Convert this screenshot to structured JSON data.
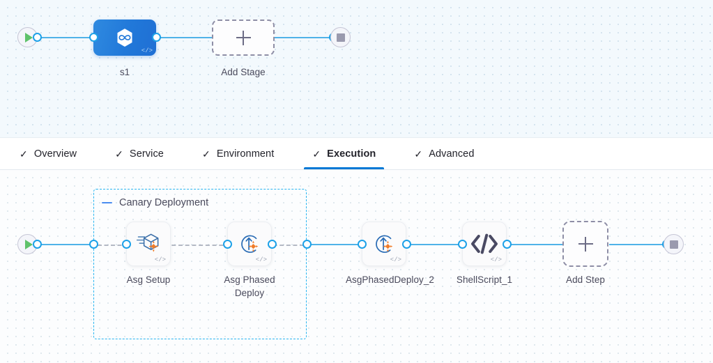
{
  "stage_canvas": {
    "start_node": {
      "name": "start",
      "icon": "play-icon"
    },
    "end_node": {
      "name": "end",
      "icon": "stop-icon"
    },
    "stage": {
      "label": "s1",
      "icon": "harness-hexagon-infinity-icon",
      "code_glyph": "</>",
      "color": "#2178d9"
    },
    "add_stage": {
      "label": "Add Stage",
      "icon": "plus-icon"
    }
  },
  "tabs": {
    "items": [
      {
        "label": "Overview",
        "check": "✓",
        "active": false
      },
      {
        "label": "Service",
        "check": "✓",
        "active": false
      },
      {
        "label": "Environment",
        "check": "✓",
        "active": false
      },
      {
        "label": "Execution",
        "check": "✓",
        "active": true
      },
      {
        "label": "Advanced",
        "check": "✓",
        "active": false
      }
    ],
    "active_underline_color": "#0278d5"
  },
  "step_canvas": {
    "start_node": {
      "name": "start",
      "icon": "play-icon"
    },
    "end_node": {
      "name": "end",
      "icon": "stop-icon"
    },
    "group": {
      "title": "Canary Deployment",
      "collapse_icon": "minus-icon",
      "border_color": "#29b5f0"
    },
    "steps": [
      {
        "label": "Asg Setup",
        "icon": "asg-setup-package-icon",
        "code_glyph": "</>",
        "in_group": true
      },
      {
        "label": "Asg Phased Deploy",
        "icon": "asg-phased-deploy-icon",
        "code_glyph": "</>",
        "in_group": true
      },
      {
        "label": "AsgPhasedDeploy_2",
        "icon": "asg-phased-deploy-icon",
        "code_glyph": "</>",
        "in_group": false
      },
      {
        "label": "ShellScript_1",
        "icon": "shell-script-code-icon",
        "code_glyph": "</>",
        "in_group": false
      }
    ],
    "add_step": {
      "label": "Add Step",
      "icon": "plus-icon"
    },
    "connector_colors": {
      "solid": "#4fb2e8",
      "dashed": "#b3b8c4",
      "port": "#1da1e8"
    }
  }
}
